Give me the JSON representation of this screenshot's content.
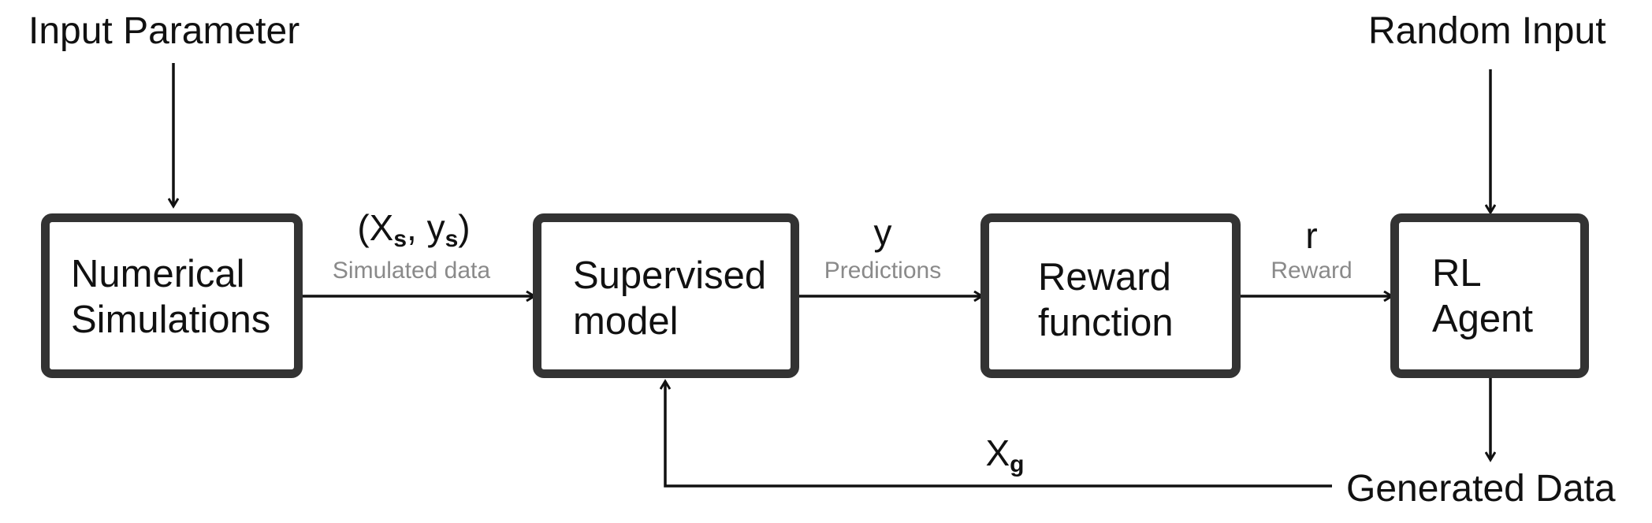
{
  "inputs": {
    "input_parameter": "Input Parameter",
    "random_input": "Random Input",
    "generated_data": "Generated Data"
  },
  "nodes": {
    "numerical": {
      "line1": "Numerical",
      "line2": "Simulations"
    },
    "supervised": {
      "line1": "Supervised",
      "line2": "model"
    },
    "reward": {
      "line1": "Reward",
      "line2": "function"
    },
    "agent": {
      "line1": "RL",
      "line2": "Agent"
    }
  },
  "edges": {
    "simulated": {
      "open": "(X",
      "sub1": "s",
      "mid": ", y",
      "sub2": "s",
      "close": ")",
      "label": "Simulated data"
    },
    "predictions": {
      "symbol": "y",
      "label": "Predictions"
    },
    "reward": {
      "symbol": "r",
      "label": "Reward"
    },
    "generated": {
      "symbol": "X",
      "sub": "g"
    }
  },
  "colors": {
    "box_border": "#333333",
    "line": "#111111",
    "sublabel": "#8a8a8a"
  }
}
